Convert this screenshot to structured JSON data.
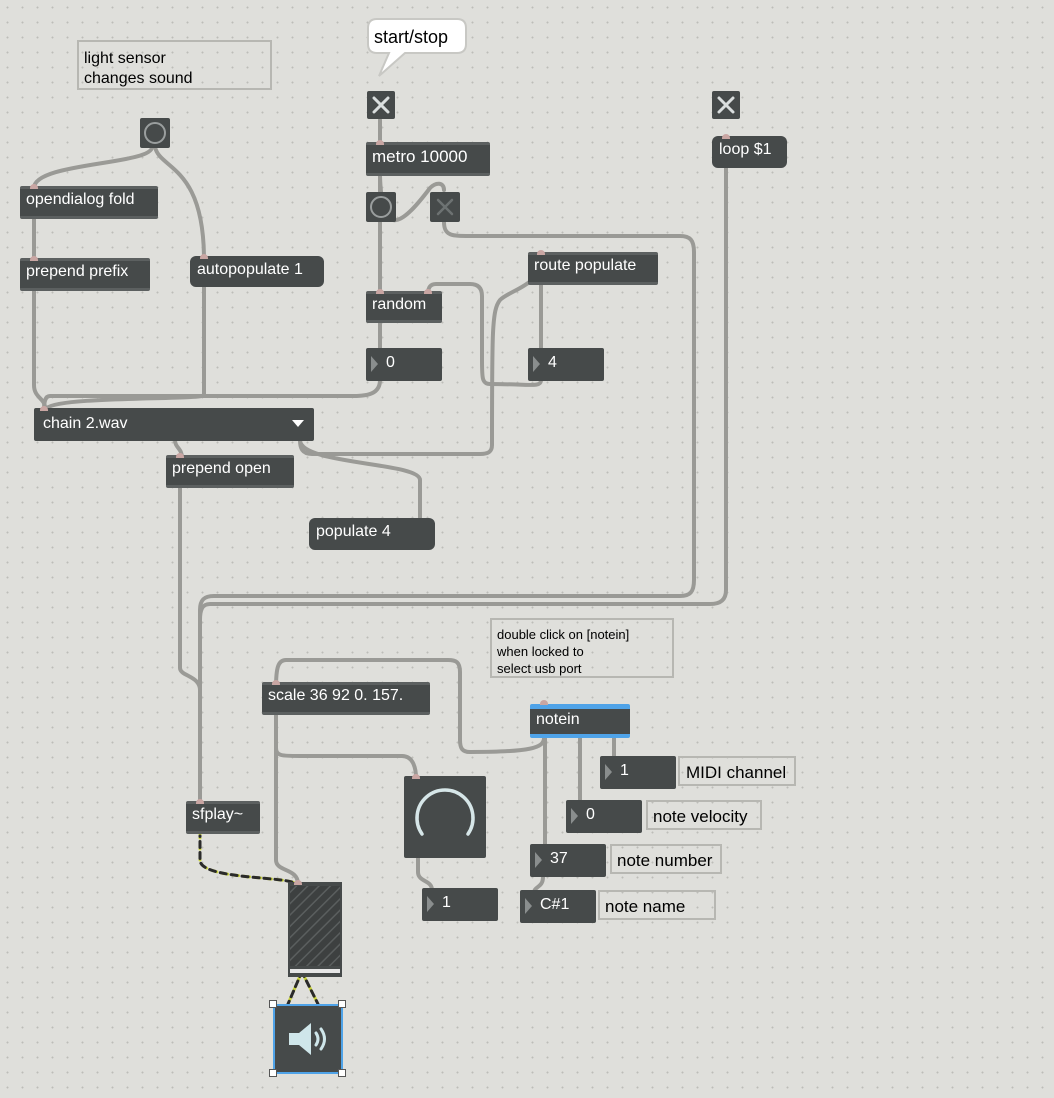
{
  "comments": {
    "light_sensor": "light sensor\nchanges sound",
    "start_stop": "start/stop",
    "notein_help": "double click on [notein]\nwhen locked to\nselect usb port",
    "midi_channel": "MIDI channel",
    "note_velocity": "note velocity",
    "note_number": "note number",
    "note_name": "note name"
  },
  "objects": {
    "opendialog": "opendialog fold",
    "prepend_prefix": "prepend prefix",
    "autopopulate": "autopopulate 1",
    "metro": "metro 10000",
    "loop": "loop $1",
    "route": "route populate",
    "random": "random",
    "umenu": "chain 2.wav",
    "prepend_open": "prepend open",
    "populate": "populate 4",
    "scale": "scale 36 92 0. 157.",
    "notein": "notein",
    "sfplay": "sfplay~"
  },
  "numbers": {
    "random_out": "0",
    "route_out": "4",
    "midi_channel": "1",
    "velocity": "0",
    "note_number": "37",
    "note_name": "C#1",
    "dial_out": "1"
  },
  "colors": {
    "object_bg": "#464a4a",
    "patch_cord": "#a9a9a5",
    "signal_cord": "#c8d23c",
    "notein_accent": "#4fa3e8",
    "canvas_bg": "#dfdfdb"
  },
  "icons": {
    "speaker": "speaker-icon",
    "toggle": "x-icon",
    "bang": "circle-icon",
    "dropdown": "triangle-down-icon"
  }
}
